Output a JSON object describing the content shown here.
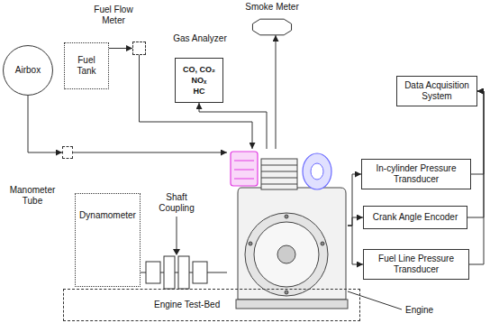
{
  "diagram": {
    "nodes": [
      {
        "text": [
          "Airbox"
        ]
      },
      {
        "text": [
          "Fuel Tank"
        ]
      },
      {
        "text": [
          "Fuel Flow Meter"
        ]
      },
      {
        "text": [
          "Gas Analyzer",
          "CO, CO₂",
          "NOₓ",
          "HC"
        ]
      },
      {
        "text": [
          "Smoke Meter"
        ]
      },
      {
        "text": [
          "Data Acquisition System"
        ]
      },
      {
        "text": [
          "Manometer Tube"
        ]
      },
      {
        "text": [
          "Dynamometer"
        ]
      },
      {
        "text": [
          "Engine"
        ]
      },
      {
        "text": [
          "Engine Test-Bed"
        ]
      },
      {
        "text": [
          "In-cylinder Pressure Transducer"
        ]
      },
      {
        "text": [
          "Crank Angle Encoder"
        ]
      },
      {
        "text": [
          "Fuel Line Pressure Transducer"
        ]
      }
    ],
    "edges": [
      {
        "from": 0,
        "to": 6,
        "arrow": "to"
      },
      {
        "from": 6,
        "to": 8,
        "arrow": "to"
      },
      {
        "from": 1,
        "to": 2,
        "arrow": "to"
      },
      {
        "from": 2,
        "to": 8,
        "arrow": "to"
      },
      {
        "from": 8,
        "to": 3,
        "arrow": "to"
      },
      {
        "from": 8,
        "to": 4,
        "arrow": "to"
      },
      {
        "from": 8,
        "to": 10,
        "arrow": "to"
      },
      {
        "from": 8,
        "to": 11,
        "arrow": "to"
      },
      {
        "from": 8,
        "to": 12,
        "arrow": "to"
      },
      {
        "from": 10,
        "to": 5,
        "arrow": "to"
      },
      {
        "from": 11,
        "to": 5,
        "arrow": "to"
      },
      {
        "from": 12,
        "to": 5,
        "arrow": "to"
      },
      {
        "from": 7,
        "to": 8,
        "arrow": "none"
      }
    ],
    "labels": [
      "Shaft Coupling"
    ]
  }
}
